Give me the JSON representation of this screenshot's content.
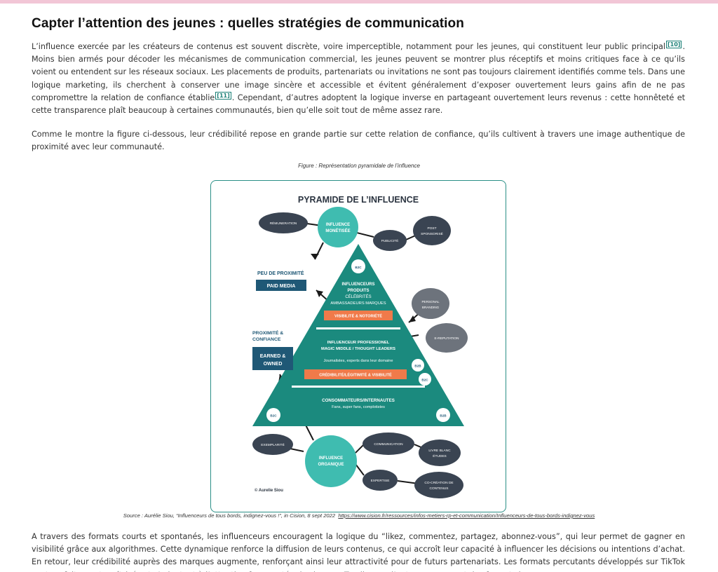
{
  "heading": "Capter l’attention des jeunes : quelles stratégies de communication",
  "paragraph1": {
    "a": "L’influence exercée par les créateurs de contenus est souvent discrète, voire imperceptible, notamment pour les jeunes, qui constituent leur public principal",
    "ref_a": "[10]",
    "b": ". Moins bien armés pour décoder les mécanismes de communication commercial, les jeunes peuvent se montrer plus réceptifs et moins critiques face à ce qu’ils voient ou entendent sur les réseaux sociaux. Les placements de produits, partenariats ou invitations ne sont pas toujours clairement identifiés comme tels. Dans une logique marketing, ils cherchent à conserver une image sincère et accessible et évitent généralement d’exposer ouvertement leurs gains afin de ne pas compromettre la relation de confiance établie",
    "ref_b": "[11]",
    "c": ". Cependant, d’autres adoptent la logique inverse en partageant ouvertement leurs revenus : cette honnêteté et cette transparence plaît beaucoup à certaines communautés, bien qu’elle soit tout de même assez rare."
  },
  "paragraph2": "Comme le montre la figure ci-dessous, leur crédibilité repose en grande partie sur cette relation de confiance, qu’ils cultivent à travers une image authentique de proximité avec leur communauté.",
  "figure": {
    "caption": "Figure : Représentation pyramidale de l’influence",
    "title": "PYRAMIDE DE L’INFLUENCE",
    "top_circle": [
      "INFLUENCE",
      "MONÉTISÉE"
    ],
    "bottom_circle": [
      "INFLUENCE",
      "ORGANIQUE"
    ],
    "ovals": {
      "remuneration": [
        "RÉMUNERATION"
      ],
      "publicite": [
        "PUBLICITÉ"
      ],
      "post_sponsorise": [
        "POST",
        "SPONSORISÉ"
      ],
      "personal_branding": [
        "PERSONAL",
        "BRANDING"
      ],
      "e_reputation": [
        "E-REPUTATION"
      ],
      "exemplarite": [
        "EXEMPLARITÉ"
      ],
      "communication": [
        "COMMUNICATION"
      ],
      "livre_blanc": [
        "LIVRE BLANC",
        "ÉTUDES"
      ],
      "expertise": [
        "EXPERTISE"
      ],
      "co_creation": [
        "CO-CRÉATION DE",
        "CONTENUS"
      ]
    },
    "left_labels": {
      "peu_proximite": "PEU DE PROXIMITÉ",
      "paid_media": "PAID MEDIA",
      "proximite": [
        "PROXIMITÉ &",
        "CONFIANCE"
      ],
      "earned_owned": [
        "EARNED &",
        "OWNED"
      ]
    },
    "tiers": {
      "top": [
        "INFLUENCEURS",
        "PRODUITS",
        "CÉLÉBRITÉS",
        "AMBASSADEURS MARQUES"
      ],
      "top_badge": "VISIBILITÉ & NOTORIÉTÉ",
      "middle": [
        "INFLUENCEUR PROFESSIONEL",
        "MAGIC MIDDLE / THOUGHT LEADERS"
      ],
      "middle_sub": "Journalistes, experts dans leur domaine",
      "middle_badge": "CRÉDIBILITÉ/LÉGITIMITÉ & VISIBILITÉ",
      "bottom": "CONSOMMATEURS/INTERNAUTES",
      "bottom_sub": "Fans, super fans, complotistes"
    },
    "tags": {
      "b2c_top": "B2C",
      "b2b_mid": "B2B",
      "b2c_mid": "B2C",
      "b2c_bottom": "B2C",
      "b2b_bottom": "B2B"
    },
    "copyright": "© Aurelie Siou",
    "colors": {
      "teal": "#1b8a7e",
      "light_teal": "#3fbcb0",
      "navy": "#1f5876",
      "dark_oval": "#3a4452",
      "grey_oval": "#6d737c",
      "orange": "#f07a4a"
    }
  },
  "source": {
    "text": "Source : Aurélie Siou, “Influenceurs de tous bords, indignez-vous !”, in Cision, 8 sept 2022",
    "link": "https://www.cision.fr/ressources/infos-metiers-rp-et-communication/Influenceurs-de-tous-bords-indignez-vous"
  },
  "paragraph3": "A travers des formats courts et spontanés, les influenceurs encouragent la logique du “likez, commentez, partagez, abonnez-vous”, qui leur permet de gagner en visibilité grâce aux algorithmes. Cette dynamique renforce la diffusion de leurs contenus, ce qui accroît leur capacité à influencer les décisions ou intentions d’achat. En retour, leur crédibilité auprès des marques augmente, renforçant ainsi leur attractivité pour de futurs partenariats. Les formats percutants développés sur TikTok sont parfaitement maîtrisés et s’adaptent à l’attention fragmentée des jeunes. Tandis que d’autres conservent des formats beaucoup"
}
